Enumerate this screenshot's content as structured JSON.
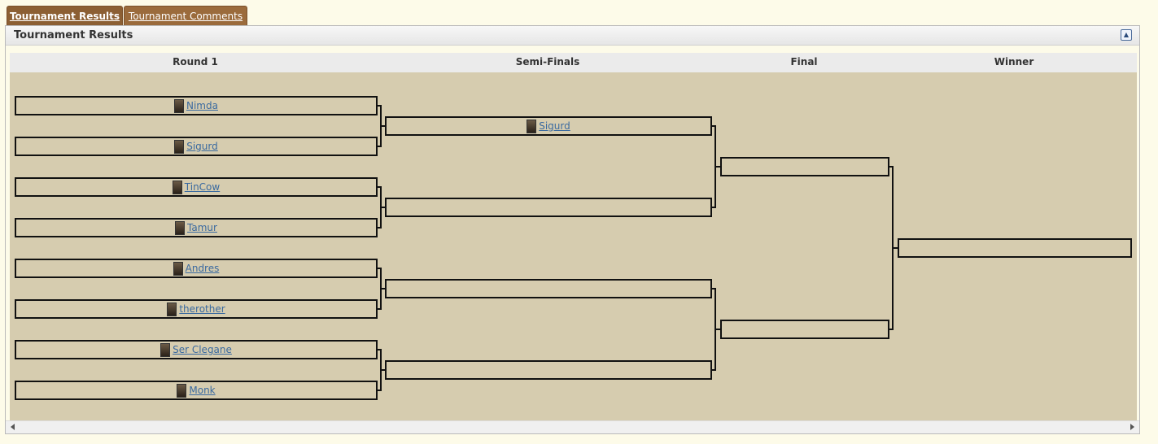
{
  "tabs": [
    {
      "label": "Tournament Results",
      "active": true
    },
    {
      "label": "Tournament Comments",
      "active": false
    }
  ],
  "panel": {
    "title": "Tournament Results"
  },
  "rounds": [
    "Round 1",
    "Semi-Finals",
    "Final",
    "Winner"
  ],
  "round1": [
    "Nimda",
    "Sigurd",
    "TinCow",
    "Tamur",
    "Andres",
    "therother",
    "Ser Clegane",
    "Monk"
  ],
  "semifinals": [
    "Sigurd",
    "",
    "",
    ""
  ],
  "final": [
    "",
    ""
  ],
  "winner": [
    ""
  ],
  "icons": {
    "collapse": "collapse-icon",
    "scroll_left": "scroll-left-icon",
    "scroll_right": "scroll-right-icon"
  },
  "colors": {
    "bracket_bg": "#d6ccaf",
    "tab_bg": "#9b6b3c",
    "link": "#3a6aa0"
  }
}
